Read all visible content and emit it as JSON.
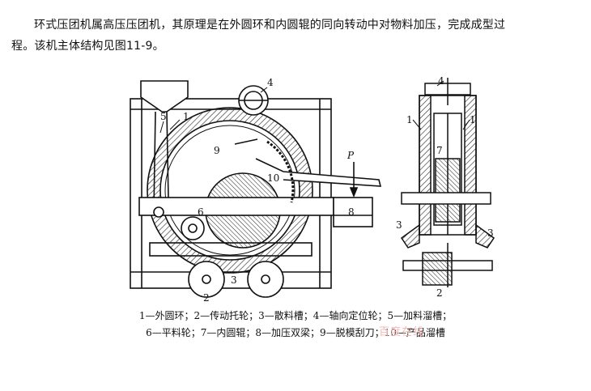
{
  "intro": {
    "line1": "环式压团机属高压压团机，其原理是在外圆环和内圆辊的同向转动中对物料加压，完成成型过",
    "line2": "程。该机主体结构见图11-9。"
  },
  "figure": {
    "labels": {
      "n1": "1",
      "n2": "2",
      "n3": "3",
      "n4": "4",
      "n5": "5",
      "n6": "6",
      "n7": "7",
      "n8": "8",
      "n9": "9",
      "n10": "10",
      "p": "P"
    },
    "caption_line1": "1—外圆环；2—传动托轮；3—散料槽；4—轴向定位轮；5—加料溜槽；",
    "caption_line2": "6—平料轮；7—内圆辊；8—加压双梁；9—脱模刮刀；10—产品溜槽",
    "watermark": "百度在线"
  }
}
